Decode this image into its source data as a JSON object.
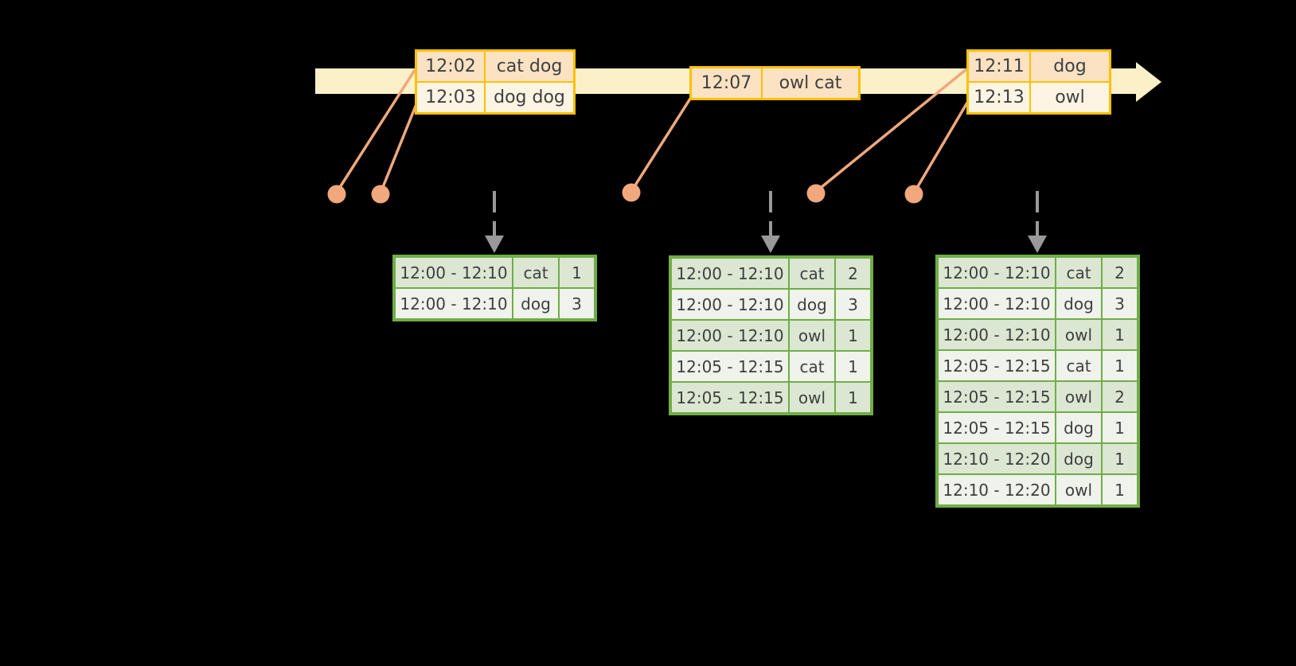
{
  "colors": {
    "background": "#000000",
    "timeline_band": "#FCF0C8",
    "event_border": "#FFC000",
    "event_row_odd": "#FAE2C3",
    "event_row_even": "#FDF4E3",
    "salmon": "#F0A87C",
    "result_border": "#70AD47",
    "result_row_odd": "#DBE7D2",
    "result_row_even": "#EFF3EB",
    "arrow_gray": "#999999",
    "text": "#3F3F3F"
  },
  "event_tables": [
    {
      "rows": [
        {
          "time": "12:02",
          "words": "cat dog"
        },
        {
          "time": "12:03",
          "words": "dog dog"
        }
      ]
    },
    {
      "rows": [
        {
          "time": "12:07",
          "words": "owl cat"
        }
      ]
    },
    {
      "rows": [
        {
          "time": "12:11",
          "words": "dog"
        },
        {
          "time": "12:13",
          "words": "owl"
        }
      ]
    }
  ],
  "result_tables": [
    {
      "rows": [
        {
          "window": "12:00 - 12:10",
          "word": "cat",
          "count": "1"
        },
        {
          "window": "12:00 - 12:10",
          "word": "dog",
          "count": "3"
        }
      ]
    },
    {
      "rows": [
        {
          "window": "12:00 - 12:10",
          "word": "cat",
          "count": "2"
        },
        {
          "window": "12:00 - 12:10",
          "word": "dog",
          "count": "3"
        },
        {
          "window": "12:00 - 12:10",
          "word": "owl",
          "count": "1"
        },
        {
          "window": "12:05 - 12:15",
          "word": "cat",
          "count": "1"
        },
        {
          "window": "12:05 - 12:15",
          "word": "owl",
          "count": "1"
        }
      ]
    },
    {
      "rows": [
        {
          "window": "12:00 - 12:10",
          "word": "cat",
          "count": "2"
        },
        {
          "window": "12:00 - 12:10",
          "word": "dog",
          "count": "3"
        },
        {
          "window": "12:00 - 12:10",
          "word": "owl",
          "count": "1"
        },
        {
          "window": "12:05 - 12:15",
          "word": "cat",
          "count": "1"
        },
        {
          "window": "12:05 - 12:15",
          "word": "owl",
          "count": "2"
        },
        {
          "window": "12:05 - 12:15",
          "word": "dog",
          "count": "1"
        },
        {
          "window": "12:10 - 12:20",
          "word": "dog",
          "count": "1"
        },
        {
          "window": "12:10 - 12:20",
          "word": "owl",
          "count": "1"
        }
      ]
    }
  ]
}
